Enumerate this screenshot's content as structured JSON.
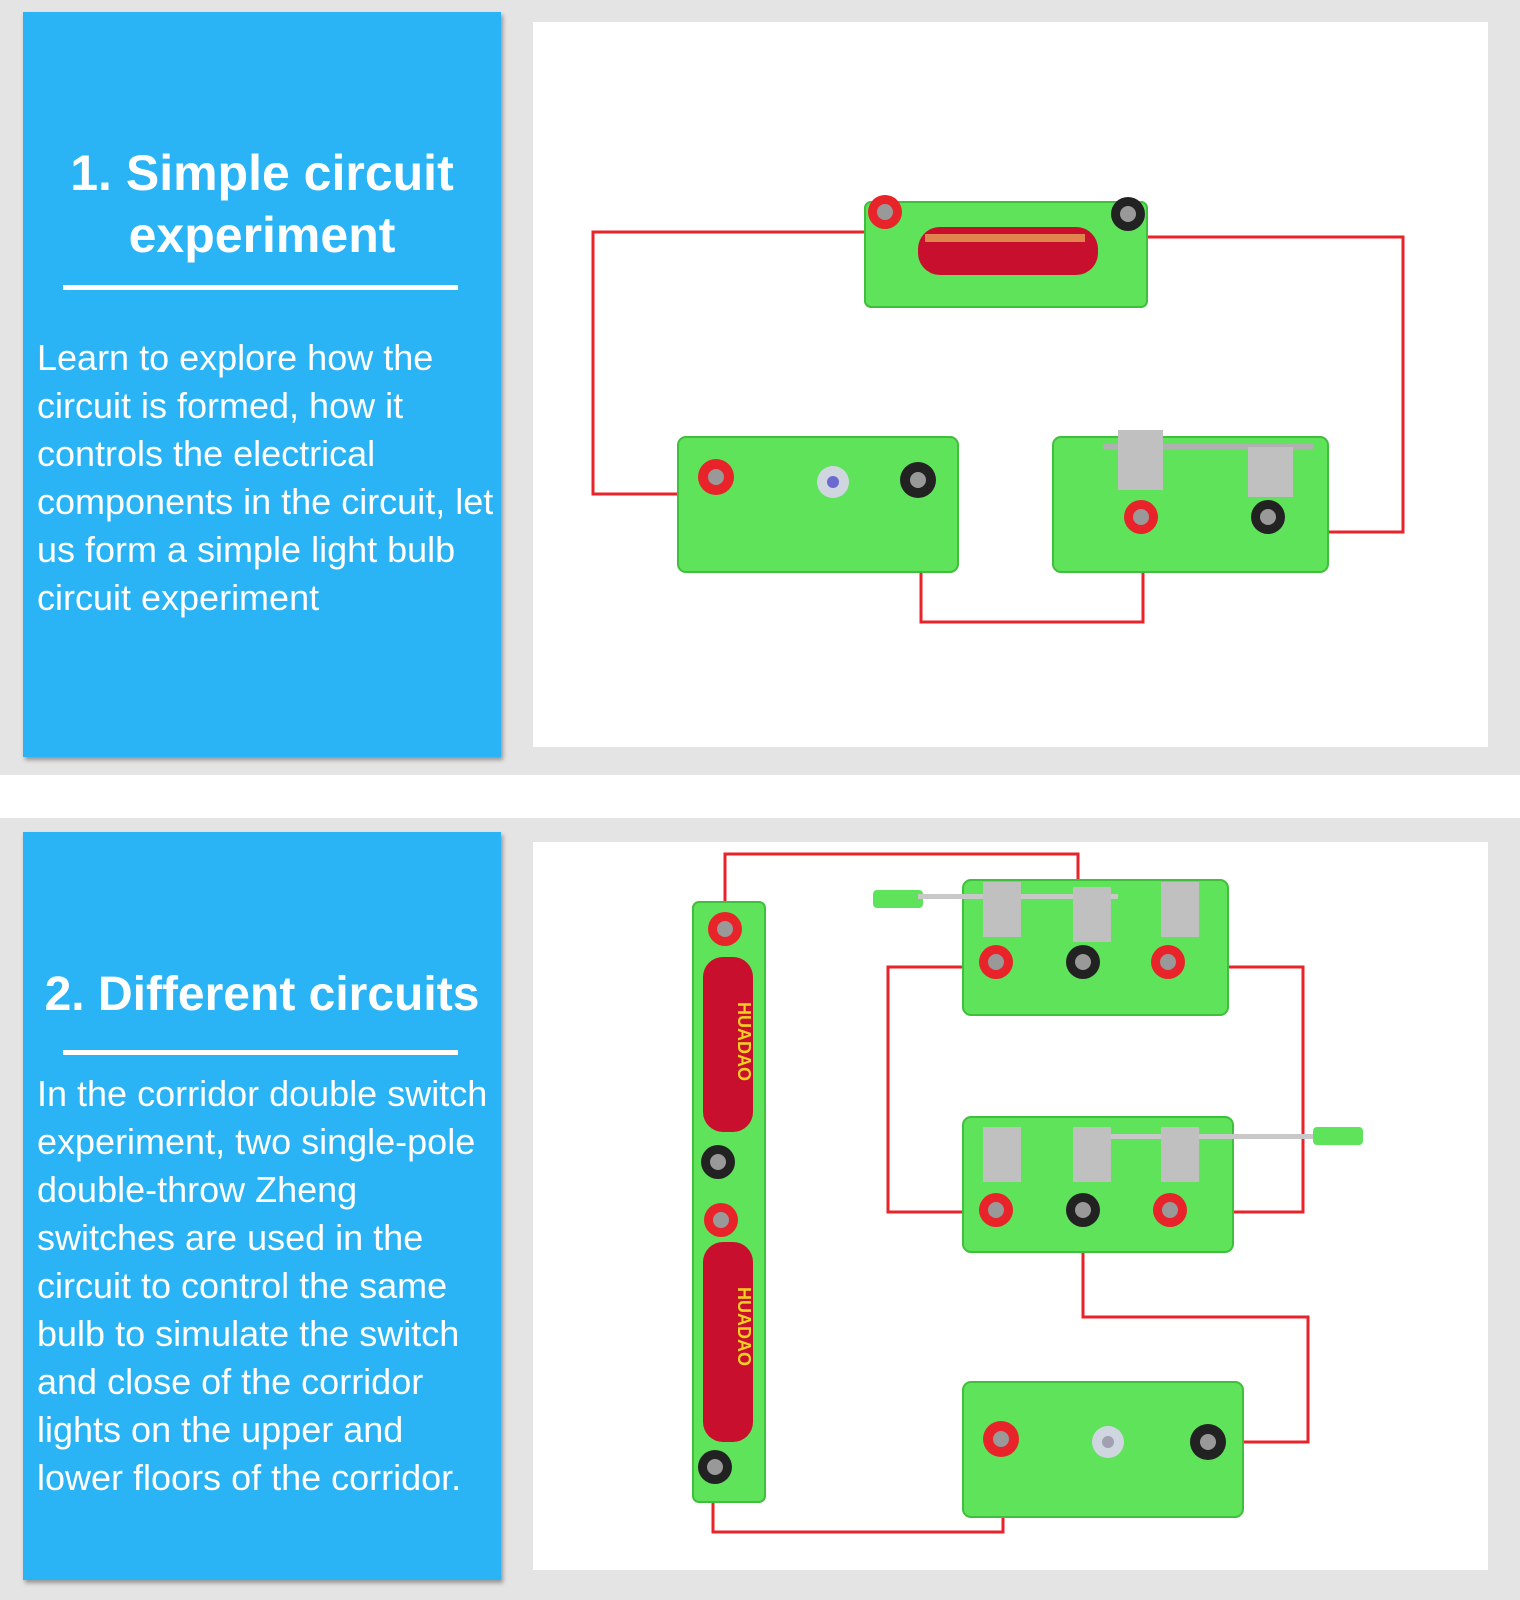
{
  "section1": {
    "title": "1. Simple circuit experiment",
    "description": "Learn to explore how the circuit is formed, how it controls the electrical components in the circuit, let us form a simple light bulb circuit experiment"
  },
  "section2": {
    "title": "2. Different circuits",
    "description": "In the corridor double switch experiment, two single-pole double-throw Zheng switches are used in the circuit to control the same bulb to simulate the switch and close of the corridor lights on the upper and lower floors of the corridor.",
    "battery_brand": "HUADAO"
  },
  "colors": {
    "panel": "#2ab3f5",
    "wire": "#e8232a",
    "component": "#5fe35a"
  }
}
